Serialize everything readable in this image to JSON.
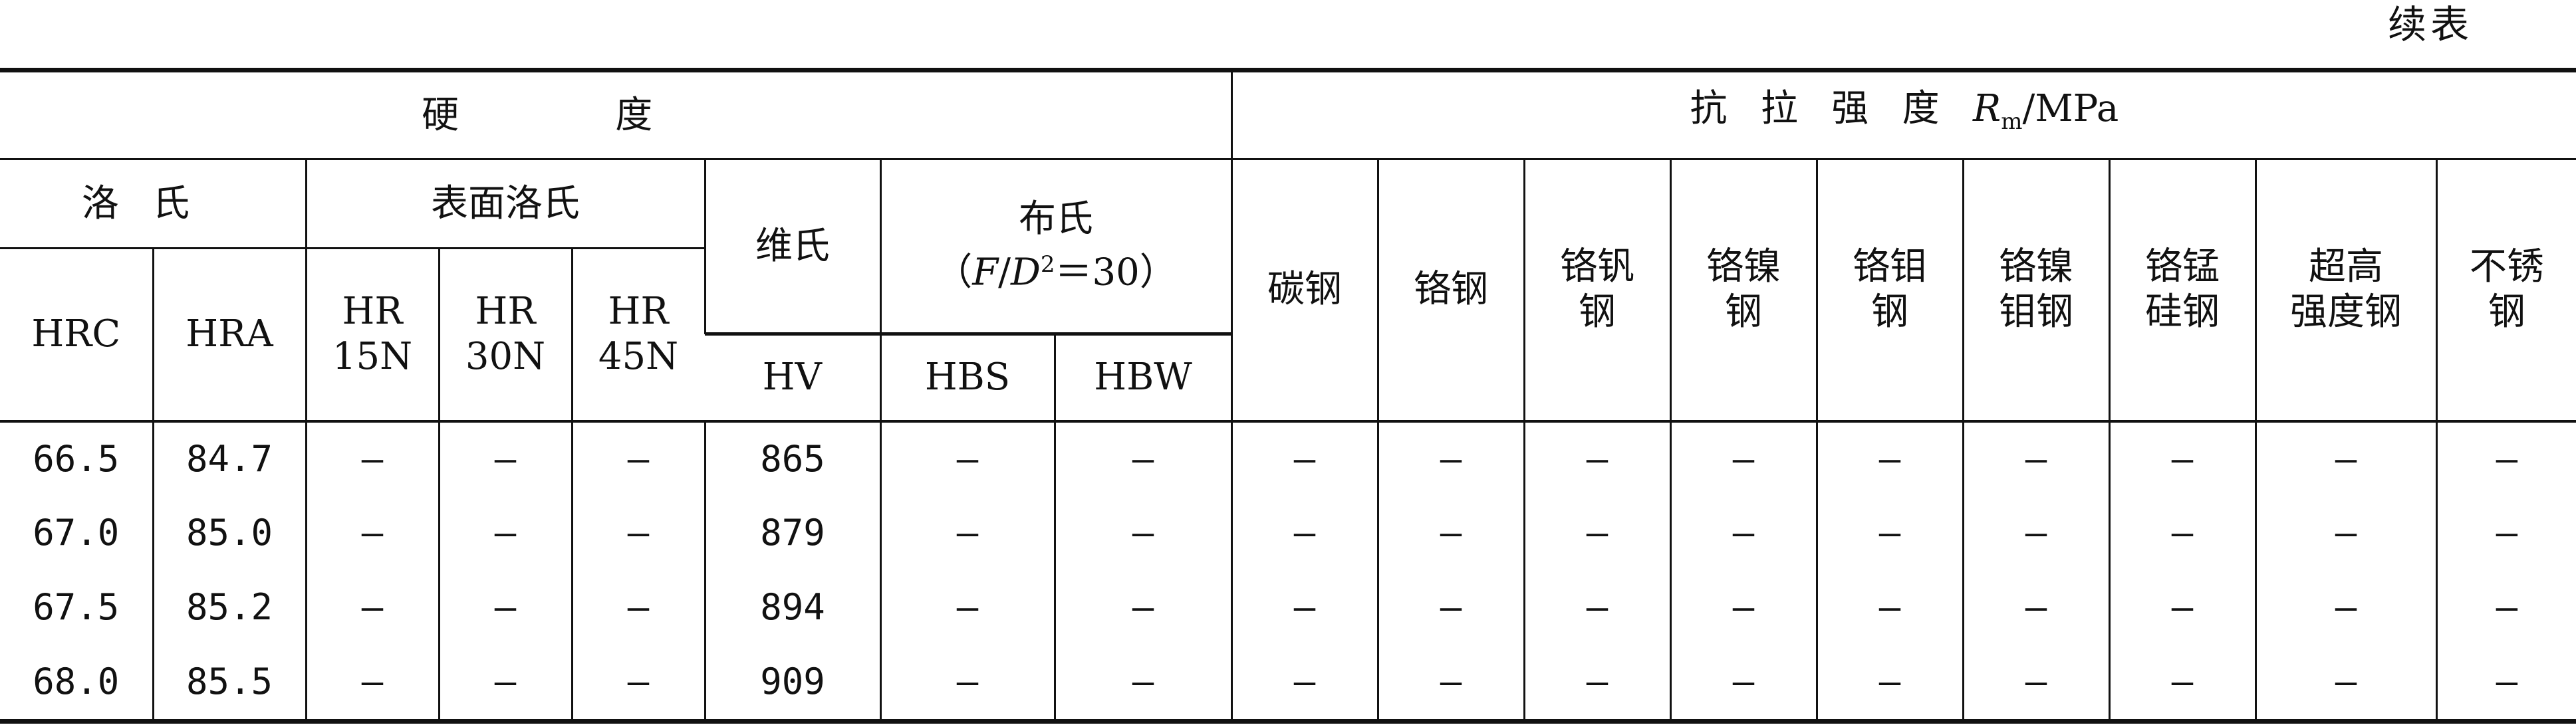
{
  "continued_label": "续表",
  "header": {
    "hardness_group": "硬度",
    "strength_group": {
      "label": "抗拉强度",
      "symbol": "R",
      "subscript": "m",
      "unit": "/MPa"
    },
    "rockwell": "洛氏",
    "superficial_rockwell": "表面洛氏",
    "vickers": "维氏",
    "brinell": {
      "label": "布氏",
      "condition_open": "（",
      "F": "F",
      "slash": "/",
      "D": "D",
      "exp": "2",
      "condition_close": "＝30）"
    },
    "HRC": "HRC",
    "HRA": "HRA",
    "HR15N": "HR\n15N",
    "HR30N": "HR\n30N",
    "HR45N": "HR\n45N",
    "HV": "HV",
    "HBS": "HBS",
    "HBW": "HBW",
    "steels": [
      "碳钢",
      "铬钢",
      "铬钒\n钢",
      "铬镍\n钢",
      "铬钼\n钢",
      "铬镍\n钼钢",
      "铬锰\n硅钢",
      "超高\n强度钢",
      "不锈\n钢"
    ]
  },
  "rows": [
    [
      "66.5",
      "84.7",
      "—",
      "—",
      "—",
      "865",
      "—",
      "—",
      "—",
      "—",
      "—",
      "—",
      "—",
      "—",
      "—",
      "—",
      "—"
    ],
    [
      "67.0",
      "85.0",
      "—",
      "—",
      "—",
      "879",
      "—",
      "—",
      "—",
      "—",
      "—",
      "—",
      "—",
      "—",
      "—",
      "—",
      "—"
    ],
    [
      "67.5",
      "85.2",
      "—",
      "—",
      "—",
      "894",
      "—",
      "—",
      "—",
      "—",
      "—",
      "—",
      "—",
      "—",
      "—",
      "—",
      "—"
    ],
    [
      "68.0",
      "85.5",
      "—",
      "—",
      "—",
      "909",
      "—",
      "—",
      "—",
      "—",
      "—",
      "—",
      "—",
      "—",
      "—",
      "—",
      "—"
    ]
  ]
}
